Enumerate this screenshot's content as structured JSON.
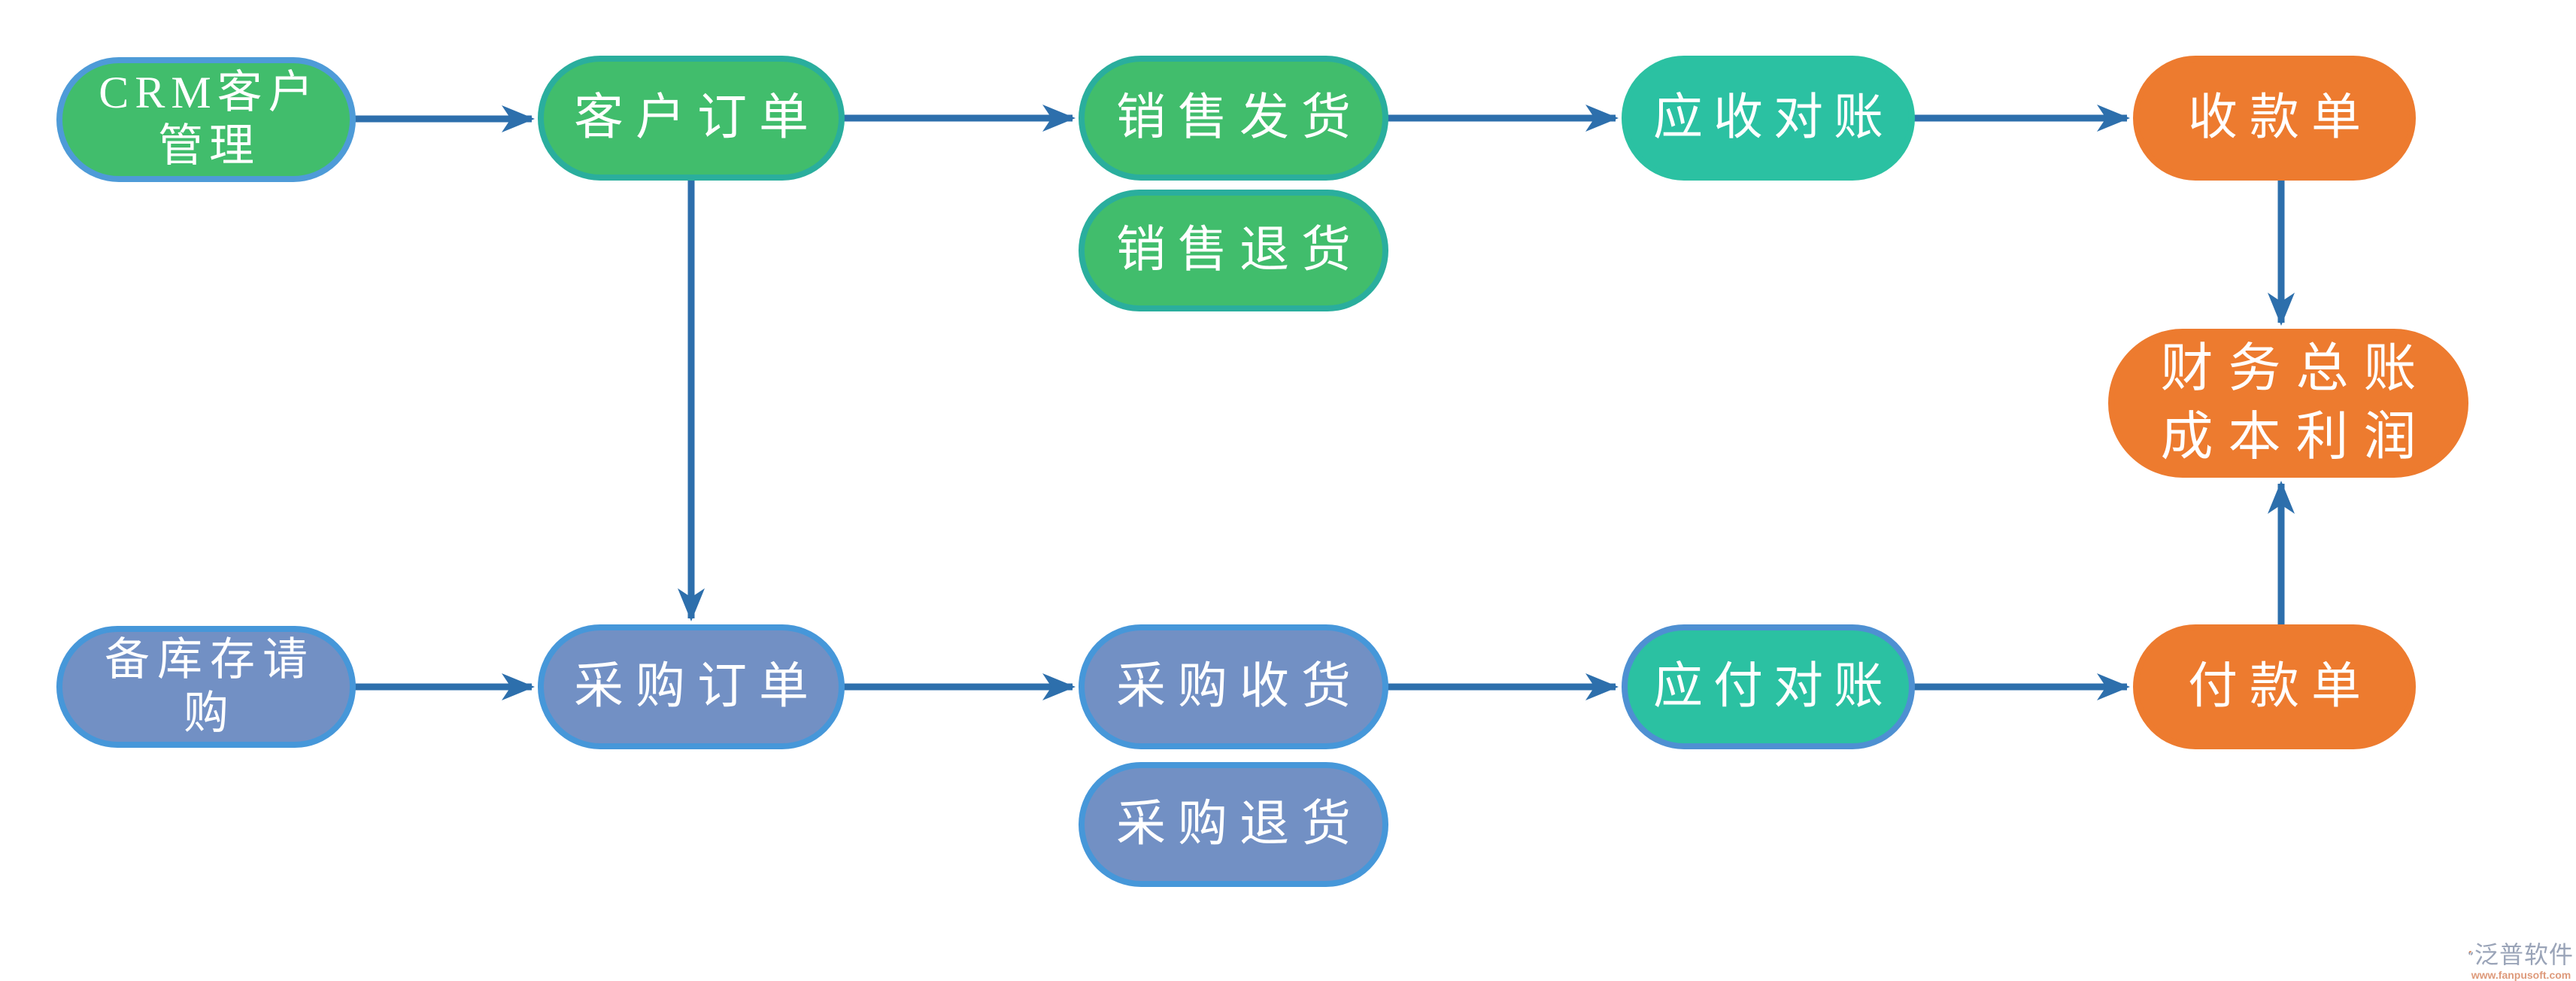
{
  "diagram": {
    "title": "ERP purchase-sales-finance flow",
    "background_color": "#ffffff",
    "arrow_color": "#2d6fac",
    "nodes": [
      {
        "id": "crm-customer-management",
        "label": "CRM客户\n管理",
        "fill": "#41bd6c",
        "border": "#4e9bd8"
      },
      {
        "id": "customer-order",
        "label": "客户订单",
        "fill": "#41bd6c",
        "border": "#2aae9d"
      },
      {
        "id": "sales-delivery",
        "label": "销售发货",
        "fill": "#41bd6c",
        "border": "#2aae9d"
      },
      {
        "id": "sales-return",
        "label": "销售退货",
        "fill": "#41bd6c",
        "border": "#2aae9d"
      },
      {
        "id": "receivable-reconciliation",
        "label": "应收对账",
        "fill": "#2bc1a2",
        "border": "#2bc1a2"
      },
      {
        "id": "receipt-note",
        "label": "收款单",
        "fill": "#ed7b2f",
        "border": "#ed7b2f"
      },
      {
        "id": "finance-ledger",
        "label": "财务总账\n成本利润",
        "fill": "#ed7b2f",
        "border": "#ed7b2f"
      },
      {
        "id": "stock-requisition",
        "label": "备库存请\n购",
        "fill": "#7290c4",
        "border": "#4697d9"
      },
      {
        "id": "purchase-order",
        "label": "采购订单",
        "fill": "#7290c4",
        "border": "#4697d9"
      },
      {
        "id": "purchase-receive",
        "label": "采购收货",
        "fill": "#7290c4",
        "border": "#4697d9"
      },
      {
        "id": "purchase-return",
        "label": "采购退货",
        "fill": "#7290c4",
        "border": "#4697d9"
      },
      {
        "id": "payable-reconciliation",
        "label": "应付对账",
        "fill": "#2bc1a2",
        "border": "#4e90d2"
      },
      {
        "id": "payment-note",
        "label": "付款单",
        "fill": "#ed7b2f",
        "border": "#ed7b2f"
      }
    ],
    "edges": [
      {
        "from": "crm-customer-management",
        "to": "customer-order"
      },
      {
        "from": "customer-order",
        "to": "sales-delivery"
      },
      {
        "from": "sales-delivery",
        "to": "receivable-reconciliation"
      },
      {
        "from": "receivable-reconciliation",
        "to": "receipt-note"
      },
      {
        "from": "customer-order",
        "to": "purchase-order"
      },
      {
        "from": "receipt-note",
        "to": "finance-ledger"
      },
      {
        "from": "stock-requisition",
        "to": "purchase-order"
      },
      {
        "from": "purchase-order",
        "to": "purchase-receive"
      },
      {
        "from": "purchase-receive",
        "to": "payable-reconciliation"
      },
      {
        "from": "payable-reconciliation",
        "to": "payment-note"
      },
      {
        "from": "payment-note",
        "to": "finance-ledger"
      }
    ],
    "watermark": {
      "brand": "泛普软件",
      "url": "www.fanpusoft.com",
      "logo_gray": "#9aa4b8",
      "logo_orange": "#dd8350"
    }
  }
}
